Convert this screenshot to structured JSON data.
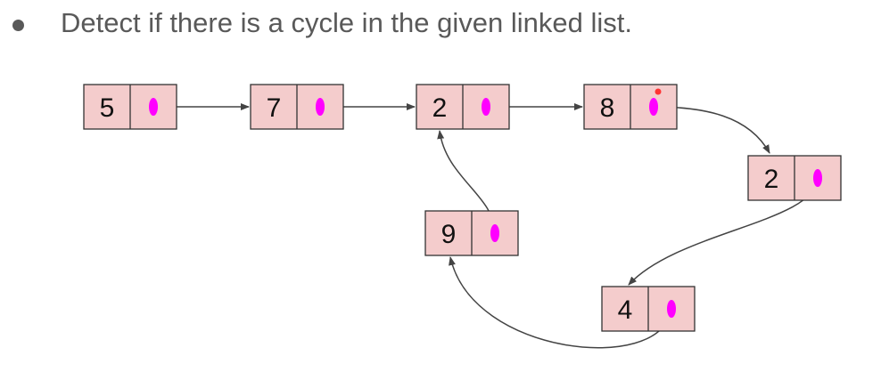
{
  "title": "Detect if there is a cycle in the given linked list.",
  "colors": {
    "node_fill": "#f4cccc",
    "node_border": "#333333",
    "pointer_dot": "#ff00ff",
    "arrow": "#444444",
    "marker_dot": "#ff3333"
  },
  "nodes": [
    {
      "id": "n5",
      "value": "5"
    },
    {
      "id": "n7",
      "value": "7"
    },
    {
      "id": "n2a",
      "value": "2"
    },
    {
      "id": "n8",
      "value": "8"
    },
    {
      "id": "n2b",
      "value": "2"
    },
    {
      "id": "n4",
      "value": "4"
    },
    {
      "id": "n9",
      "value": "9"
    }
  ],
  "edges": [
    [
      "n5",
      "n7"
    ],
    [
      "n7",
      "n2a"
    ],
    [
      "n2a",
      "n8"
    ],
    [
      "n8",
      "n2b"
    ],
    [
      "n2b",
      "n4"
    ],
    [
      "n4",
      "n9"
    ],
    [
      "n9",
      "n2a"
    ]
  ]
}
